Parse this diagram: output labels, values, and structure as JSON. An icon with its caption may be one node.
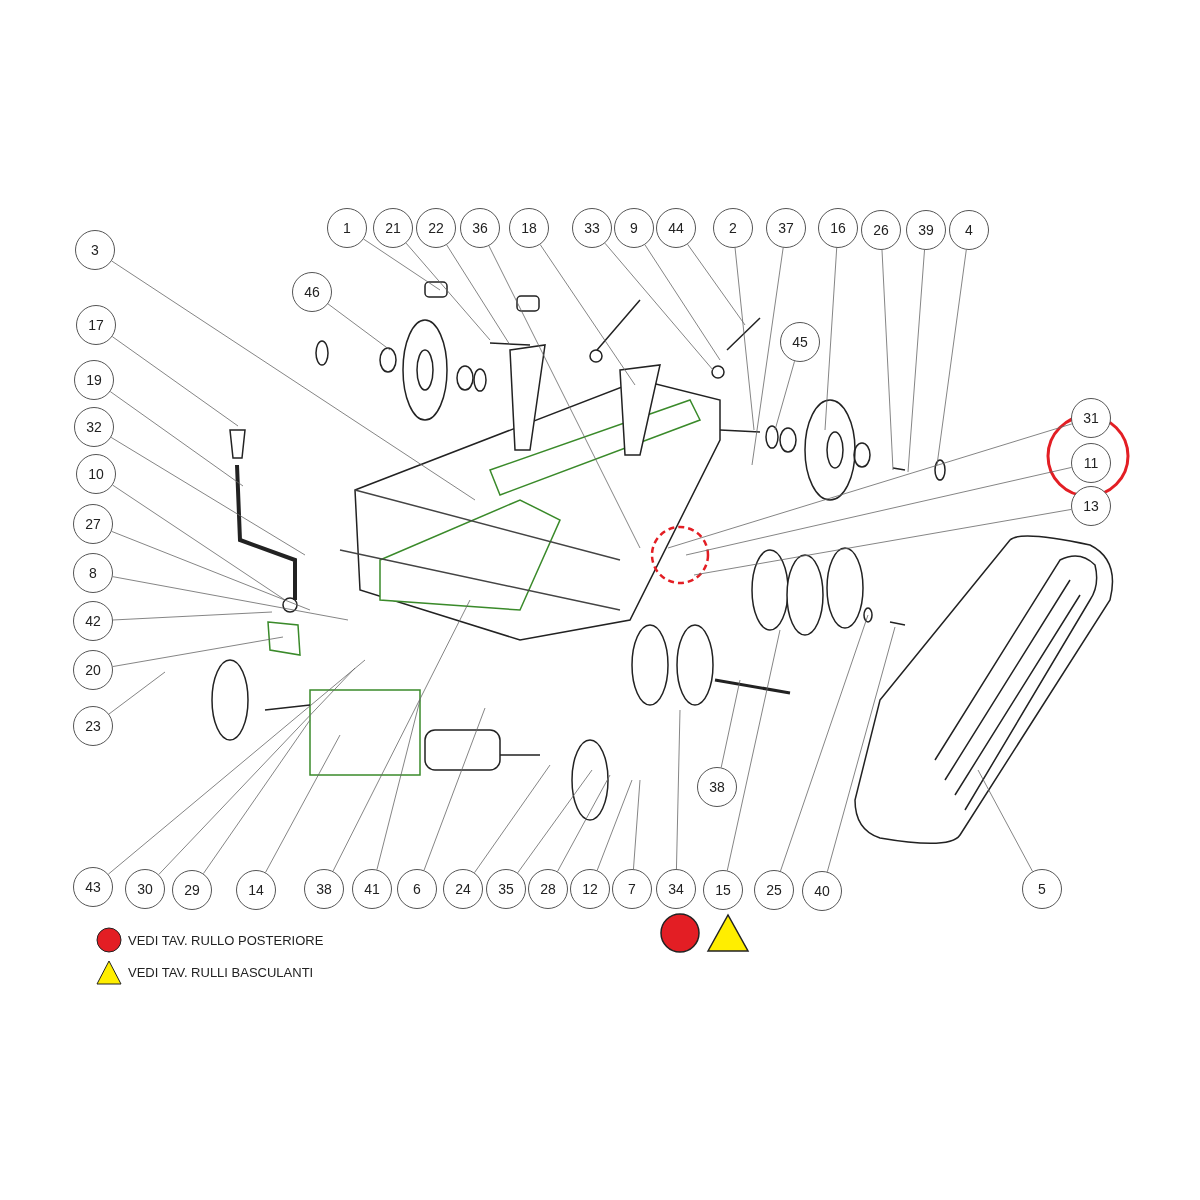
{
  "diagram": {
    "nodes": [
      {
        "text": [
          "1"
        ]
      },
      {
        "text": [
          "21"
        ]
      },
      {
        "text": [
          "22"
        ]
      },
      {
        "text": [
          "36"
        ]
      },
      {
        "text": [
          "18"
        ]
      },
      {
        "text": [
          "33"
        ]
      },
      {
        "text": [
          "9"
        ]
      },
      {
        "text": [
          "44"
        ]
      },
      {
        "text": [
          "2"
        ]
      },
      {
        "text": [
          "37"
        ]
      },
      {
        "text": [
          "16"
        ]
      },
      {
        "text": [
          "26"
        ]
      },
      {
        "text": [
          "39"
        ]
      },
      {
        "text": [
          "4"
        ]
      },
      {
        "text": [
          "3"
        ]
      },
      {
        "text": [
          "46"
        ]
      },
      {
        "text": [
          "45"
        ]
      },
      {
        "text": [
          "17"
        ]
      },
      {
        "text": [
          "19"
        ]
      },
      {
        "text": [
          "31"
        ]
      },
      {
        "text": [
          "32"
        ]
      },
      {
        "text": [
          "11"
        ]
      },
      {
        "text": [
          "10"
        ]
      },
      {
        "text": [
          "13"
        ]
      },
      {
        "text": [
          "27"
        ]
      },
      {
        "text": [
          "8"
        ]
      },
      {
        "text": [
          "42"
        ]
      },
      {
        "text": [
          "20"
        ]
      },
      {
        "text": [
          "23"
        ]
      },
      {
        "text": [
          "38"
        ]
      },
      {
        "text": [
          "43"
        ]
      },
      {
        "text": [
          "30"
        ]
      },
      {
        "text": [
          "29"
        ]
      },
      {
        "text": [
          "14"
        ]
      },
      {
        "text": [
          "38"
        ]
      },
      {
        "text": [
          "41"
        ]
      },
      {
        "text": [
          "6"
        ]
      },
      {
        "text": [
          "24"
        ]
      },
      {
        "text": [
          "35"
        ]
      },
      {
        "text": [
          "28"
        ]
      },
      {
        "text": [
          "12"
        ]
      },
      {
        "text": [
          "7"
        ]
      },
      {
        "text": [
          "34"
        ]
      },
      {
        "text": [
          "15"
        ]
      },
      {
        "text": [
          "25"
        ]
      },
      {
        "text": [
          "40"
        ]
      },
      {
        "text": [
          "5"
        ]
      }
    ],
    "edges": [
      {
        "from": 0,
        "to": null,
        "arrow": "none"
      },
      {
        "from": 1,
        "to": null,
        "arrow": "none"
      },
      {
        "from": 2,
        "to": null,
        "arrow": "none"
      },
      {
        "from": 3,
        "to": null,
        "arrow": "none"
      },
      {
        "from": 4,
        "to": null,
        "arrow": "none"
      },
      {
        "from": 5,
        "to": null,
        "arrow": "none"
      },
      {
        "from": 6,
        "to": null,
        "arrow": "none"
      },
      {
        "from": 7,
        "to": null,
        "arrow": "none"
      },
      {
        "from": 8,
        "to": null,
        "arrow": "none"
      },
      {
        "from": 9,
        "to": null,
        "arrow": "none"
      },
      {
        "from": 10,
        "to": null,
        "arrow": "none"
      },
      {
        "from": 11,
        "to": null,
        "arrow": "none"
      },
      {
        "from": 12,
        "to": null,
        "arrow": "none"
      },
      {
        "from": 13,
        "to": null,
        "arrow": "none"
      },
      {
        "from": 14,
        "to": null,
        "arrow": "none"
      },
      {
        "from": 15,
        "to": null,
        "arrow": "none"
      },
      {
        "from": 16,
        "to": null,
        "arrow": "none"
      },
      {
        "from": 17,
        "to": null,
        "arrow": "none"
      },
      {
        "from": 18,
        "to": null,
        "arrow": "none"
      },
      {
        "from": 19,
        "to": null,
        "arrow": "none"
      },
      {
        "from": 20,
        "to": null,
        "arrow": "none"
      },
      {
        "from": 21,
        "to": null,
        "arrow": "none"
      },
      {
        "from": 22,
        "to": null,
        "arrow": "none"
      },
      {
        "from": 23,
        "to": null,
        "arrow": "none"
      },
      {
        "from": 24,
        "to": null,
        "arrow": "none"
      },
      {
        "from": 25,
        "to": null,
        "arrow": "none"
      },
      {
        "from": 26,
        "to": null,
        "arrow": "none"
      },
      {
        "from": 27,
        "to": null,
        "arrow": "none"
      },
      {
        "from": 28,
        "to": null,
        "arrow": "none"
      },
      {
        "from": 29,
        "to": null,
        "arrow": "none"
      },
      {
        "from": 30,
        "to": null,
        "arrow": "none"
      },
      {
        "from": 31,
        "to": null,
        "arrow": "none"
      },
      {
        "from": 32,
        "to": null,
        "arrow": "none"
      },
      {
        "from": 33,
        "to": null,
        "arrow": "none"
      },
      {
        "from": 34,
        "to": null,
        "arrow": "none"
      },
      {
        "from": 35,
        "to": null,
        "arrow": "none"
      },
      {
        "from": 36,
        "to": null,
        "arrow": "none"
      },
      {
        "from": 37,
        "to": null,
        "arrow": "none"
      },
      {
        "from": 38,
        "to": null,
        "arrow": "none"
      },
      {
        "from": 39,
        "to": null,
        "arrow": "none"
      },
      {
        "from": 40,
        "to": null,
        "arrow": "none"
      },
      {
        "from": 41,
        "to": null,
        "arrow": "none"
      },
      {
        "from": 42,
        "to": null,
        "arrow": "none"
      },
      {
        "from": 43,
        "to": null,
        "arrow": "none"
      },
      {
        "from": 44,
        "to": null,
        "arrow": "none"
      },
      {
        "from": 45,
        "to": null,
        "arrow": "none"
      },
      {
        "from": 46,
        "to": null,
        "arrow": "none"
      }
    ],
    "legend": [
      {
        "text": "VEDI TAV. RULLO POSTERIORE"
      },
      {
        "text": "VEDI TAV. RULLI BASCULANTI"
      }
    ]
  }
}
